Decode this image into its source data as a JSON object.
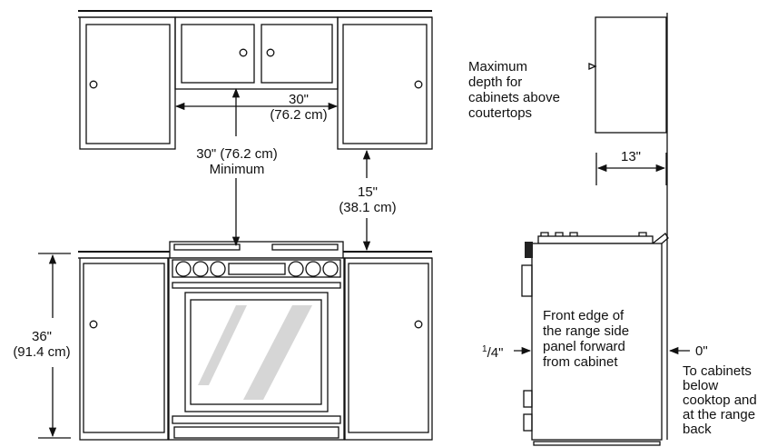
{
  "labels": {
    "width_in": "30\"",
    "width_cm": "(76.2 cm)",
    "clearance_top_line1": "30\" (76.2 cm)",
    "clearance_top_line2": "Minimum",
    "side_clear_in": "15\"",
    "side_clear_cm": "(38.1 cm)",
    "counter_height_in": "36\"",
    "counter_height_cm": "(91.4 cm)",
    "depth_note": [
      "Maximum",
      "depth for",
      "cabinets above",
      "coutertops"
    ],
    "depth_value": "13\"",
    "front_edge_note": [
      "Front edge of",
      "the range side",
      "panel forward",
      "from cabinet"
    ],
    "offset_quarter_num": "1",
    "offset_quarter_den": "/4\"",
    "offset_zero": "0\"",
    "zero_note": [
      "To cabinets",
      "below",
      "cooktop and",
      "at the range",
      "back"
    ]
  }
}
